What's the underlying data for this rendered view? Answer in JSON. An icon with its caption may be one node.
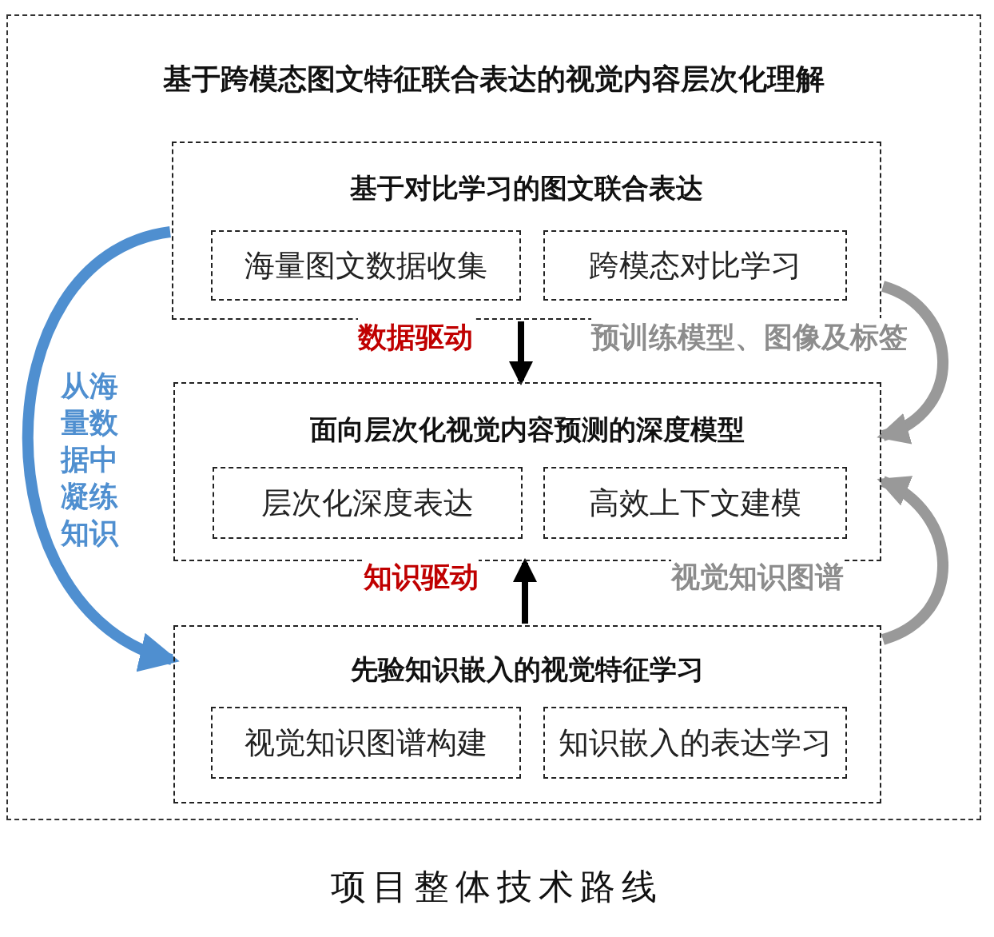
{
  "diagram": {
    "caption": "项目整体技术路线",
    "nodes": [
      {
        "text": [
          "基于跨模态图文特征联合表达的视觉内容层次化理解"
        ]
      },
      {
        "text": [
          "基于对比学习的图文联合表达"
        ],
        "in": 0
      },
      {
        "text": [
          "海量图文数据收集"
        ],
        "in": 1
      },
      {
        "text": [
          "跨模态对比学习"
        ],
        "in": 1
      },
      {
        "text": [
          "面向层次化视觉内容预测的深度模型"
        ],
        "in": 0
      },
      {
        "text": [
          "层次化深度表达"
        ],
        "in": 4
      },
      {
        "text": [
          "高效上下文建模"
        ],
        "in": 4
      },
      {
        "text": [
          "先验知识嵌入的视觉特征学习"
        ],
        "in": 0
      },
      {
        "text": [
          "视觉知识图谱构建"
        ],
        "in": 7
      },
      {
        "text": [
          "知识嵌入的表达学习"
        ],
        "in": 7
      }
    ],
    "edges": [
      {
        "from": 1,
        "to": 4,
        "arrow": "to",
        "label": "数据驱动",
        "color": "#000000"
      },
      {
        "from": 1,
        "to": 4,
        "arrow": "to",
        "label": "预训练模型、图像及标签",
        "color": "#999999"
      },
      {
        "from": 7,
        "to": 4,
        "arrow": "to",
        "label": "知识驱动",
        "color": "#000000"
      },
      {
        "from": 7,
        "to": 4,
        "arrow": "to",
        "label": "视觉知识图谱",
        "color": "#999999"
      },
      {
        "from": 1,
        "to": 7,
        "arrow": "to",
        "label": "从海量数据中凝练知识",
        "color": "#4f8fd0"
      }
    ]
  }
}
